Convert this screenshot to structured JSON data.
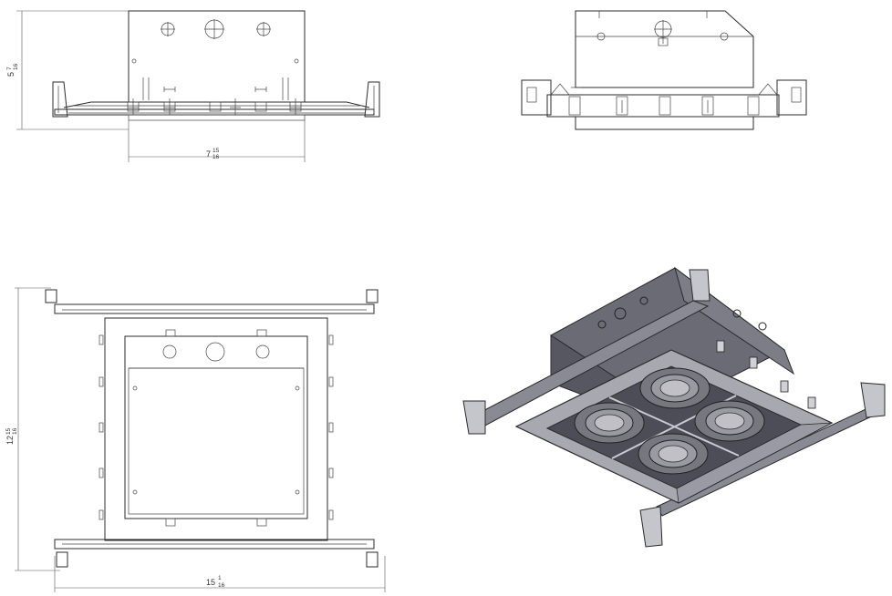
{
  "views": {
    "side": {
      "width_label": {
        "whole": "7",
        "num": "15",
        "den": "16"
      },
      "height_label": {
        "whole": "5",
        "num": "7",
        "den": "16"
      }
    },
    "front": {},
    "top": {
      "width_label": {
        "whole": "15",
        "num": "1",
        "den": "16"
      },
      "height_label": {
        "whole": "12",
        "num": "15",
        "den": "16"
      }
    },
    "iso": {}
  },
  "colors": {
    "line": "#2b2b2b",
    "housing_dark": "#5c5c66",
    "housing_mid": "#8a8a94",
    "housing_light": "#b9b9c0"
  }
}
